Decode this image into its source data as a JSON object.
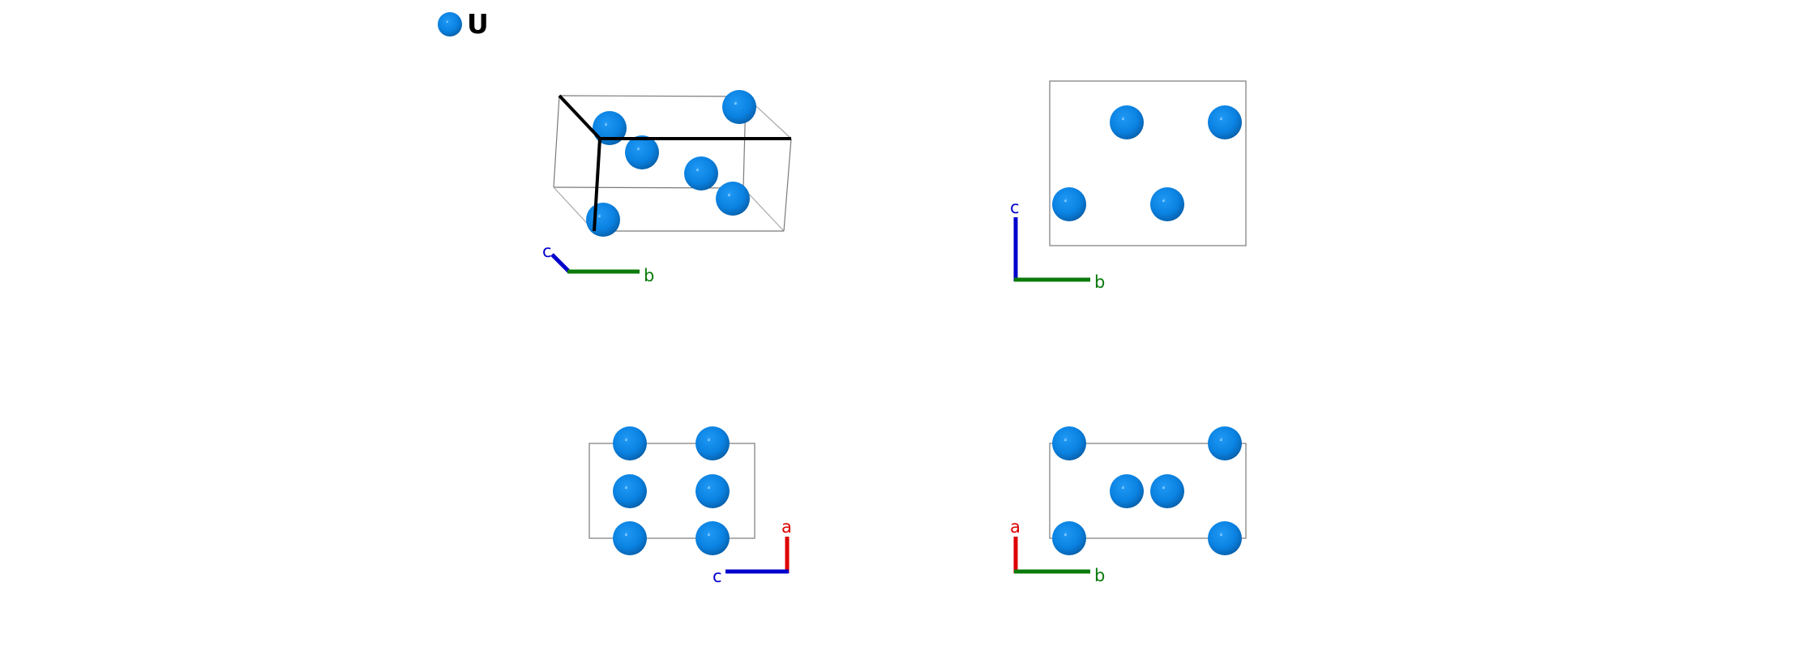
{
  "legend": {
    "element": "U",
    "color": "#0a84e6"
  },
  "axis_colors": {
    "a": "#dd0000",
    "b": "#0a7a0a",
    "c": "#0000cc"
  },
  "panels": [
    {
      "view": "perspective",
      "axes": [
        {
          "label": "c"
        },
        {
          "label": "b"
        }
      ],
      "atom_count": 6
    },
    {
      "view": "along-a",
      "axes": [
        {
          "label": "c"
        },
        {
          "label": "b"
        }
      ],
      "atom_count": 4
    },
    {
      "view": "along-b",
      "axes": [
        {
          "label": "a"
        },
        {
          "label": "c"
        }
      ],
      "atom_count": 6
    },
    {
      "view": "along-c",
      "axes": [
        {
          "label": "a"
        },
        {
          "label": "b"
        }
      ],
      "atom_count": 6
    }
  ]
}
